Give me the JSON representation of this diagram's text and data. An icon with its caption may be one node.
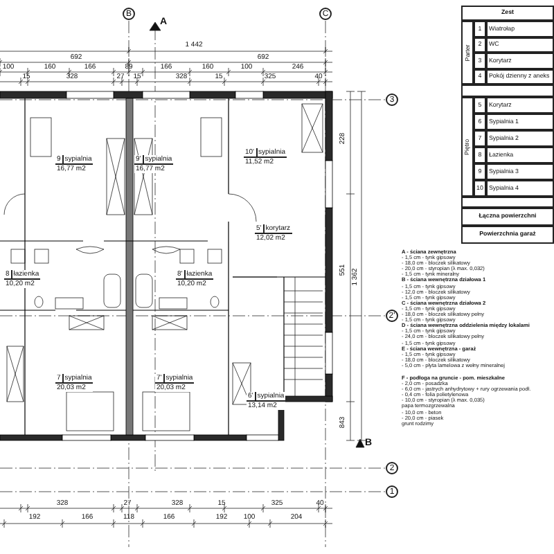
{
  "diagram": {
    "nodes": [
      {
        "text": [
          "9",
          "sypialnia",
          "16,77 m2"
        ]
      },
      {
        "text": [
          "9'",
          "sypialnia",
          "16,77 m2"
        ]
      },
      {
        "text": [
          "10'",
          "sypialnia",
          "11,52 m2"
        ]
      },
      {
        "text": [
          "8",
          "łazienka",
          "10,20 m2"
        ]
      },
      {
        "text": [
          "8'",
          "łazienka",
          "10,20 m2"
        ]
      },
      {
        "text": [
          "5'",
          "korytarz",
          "12,02 m2"
        ]
      },
      {
        "text": [
          "7",
          "sypialnia",
          "20,03 m2"
        ]
      },
      {
        "text": [
          "7'",
          "sypialnia",
          "20,03 m2"
        ]
      },
      {
        "text": [
          "6'",
          "sypialnia",
          "13,14 m2"
        ]
      },
      {
        "text": [
          "B"
        ]
      },
      {
        "text": [
          "C"
        ]
      },
      {
        "text": [
          "3"
        ]
      },
      {
        "text": [
          "2'"
        ]
      },
      {
        "text": [
          "2"
        ]
      },
      {
        "text": [
          "1"
        ]
      }
    ],
    "labels": [
      "1 442",
      "692",
      "692",
      "100",
      "160",
      "166",
      "89",
      "166",
      "160",
      "100",
      "246",
      "15",
      "328",
      "27",
      "15",
      "328",
      "15",
      "325",
      "40",
      "Zest",
      "Parter",
      "1",
      "Wiatrołap",
      "2",
      "WC",
      "3",
      "Korytarz",
      "4",
      "Pokój dzienny z aneks",
      "Piętro",
      "5",
      "Korytarz",
      "6",
      "Sypialnia 1",
      "7",
      "Sypialnia 2",
      "8",
      "Łazienka",
      "9",
      "Sypialnia 3",
      "10",
      "Sypialnia 4",
      "Łączna powierzchni",
      "Powierzchnia garaż",
      "A - ściana zewnętrzna",
      "- 1,5 cm - tynk gipsowy",
      "- 18,0 cm - bloczek silikatowy",
      "- 20,0 cm - styropian (λ max. 0,032)",
      "- 1,5 cm - tynk mineralny",
      "B - ściana wewnętrzna działowa 1",
      "- 1,5 cm - tynk gipsowy",
      "- 12,0 cm - bloczek silikatowy",
      "- 1,5 cm - tynk gipsowy",
      "C - ściana wewnętrzna działowa 2",
      "- 1,5 cm - tynk gipsowy",
      "- 18,0 cm - bloczek silikatowy pełny",
      "- 1,5 cm - tynk gipsowy",
      "D - ściana wewnętrzna oddzielenia między lokalami",
      "- 1,5 cm - tynk gipsowy",
      "- 24,0 cm - bloczek silikatowy pełny",
      "- 1,5 cm - tynk gipsowy",
      "E - ściana wewnętrzna - garaż",
      "- 1,5 cm - tynk gipsowy",
      "- 18,0 cm - bloczek silikatowy",
      "- 5,0 cm - płyta lamelowa z wełny mineralnej",
      "F - podłoga na gruncie - pom. mieszkalne",
      "- 2,0 cm - posadzka",
      "- 6,0 cm - jastrych anhydrytowy + rury ogrzewania podł.",
      "- 0,4 cm - folia polietylenowa",
      "- 10,0 cm - styropian (λ max. 0,035)",
      "papa termozgrzewalna",
      "- 10,0 cm - beton",
      "- 20,0 cm - piasek",
      "grunt rodzimy",
      "328",
      "27",
      "328",
      "15",
      "325",
      "40",
      "192",
      "166",
      "118",
      "166",
      "192",
      "100",
      "204",
      "228",
      "551",
      "1 362",
      "843",
      "A",
      "B"
    ]
  }
}
